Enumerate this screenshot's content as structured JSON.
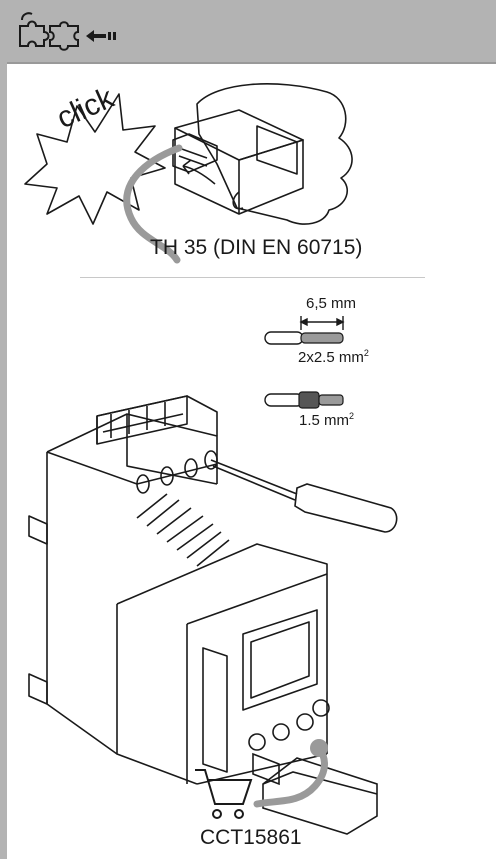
{
  "header": {
    "icon": "puzzle-remove-icon"
  },
  "installation": {
    "click_label": "click",
    "rail_label": "TH 35 (DIN EN 60715)",
    "strip_length": "6,5 mm",
    "wire_cross_section_1": "2x2.5 mm",
    "wire_cross_section_2": "1.5 mm",
    "superscript": "2",
    "accessory_part_number": "CCT15861"
  },
  "icons": {
    "cart": "shopping-cart-icon",
    "screwdriver": "screwdriver-icon"
  },
  "colors": {
    "header_bg": "#b3b3b3",
    "wire_gray": "#9a9a9a",
    "line": "#1a1a1a"
  }
}
